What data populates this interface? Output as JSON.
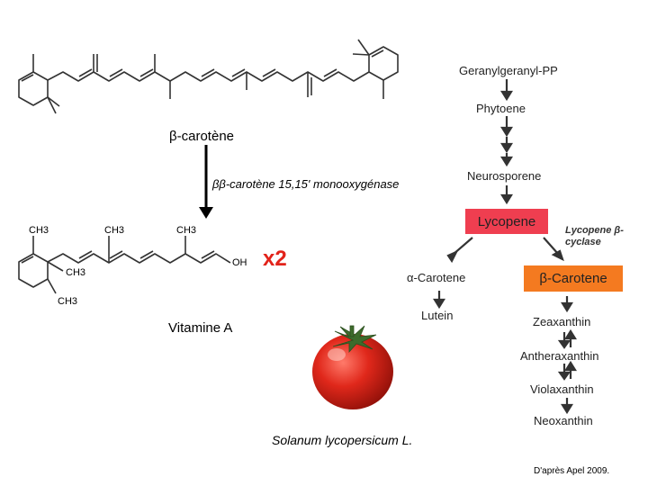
{
  "labels": {
    "beta_carotene": "β-carotène",
    "enzyme": "ββ-carotène 15,15' monooxygénase",
    "multiplier": "x2",
    "vitamin_a": "Vitamine A",
    "species": "Solanum lycopersicum L.",
    "source": "D'après Apel 2009."
  },
  "vitamin_a_groups": {
    "ch3": "CH3",
    "oh": "OH"
  },
  "pathway": {
    "geranylgeranyl": "Geranylgeranyl-PP",
    "phytoene": "Phytoene",
    "neurosporene": "Neurosporene",
    "lycopene": "Lycopene",
    "cyclase": "Lycopene β-cyclase",
    "alpha_carotene": "α-Carotene",
    "lutein": "Lutein",
    "beta_carotene": "β-Carotene",
    "zeaxanthin": "Zeaxanthin",
    "antheraxanthin": "Antheraxanthin",
    "violaxanthin": "Violaxanthin",
    "neoxanthin": "Neoxanthin"
  },
  "colors": {
    "lycopene_box": "#ef3e50",
    "beta_box": "#f47a20",
    "multiplier": "#e2231a"
  }
}
